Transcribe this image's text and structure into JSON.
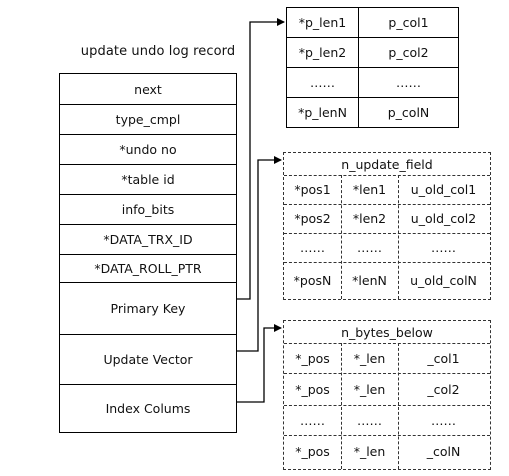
{
  "record": {
    "title": "update undo log record",
    "fields": [
      "next",
      "type_cmpl",
      "*undo no",
      "*table id",
      "info_bits",
      "*DATA_TRX_ID",
      "*DATA_ROLL_PTR",
      "Primary Key",
      "Update Vector",
      "Index Colums"
    ]
  },
  "pk_table": {
    "rows": [
      [
        "*p_len1",
        "p_col1"
      ],
      [
        "*p_len2",
        "p_col2"
      ],
      [
        "……",
        "……"
      ],
      [
        "*p_lenN",
        "p_colN"
      ]
    ]
  },
  "update_vector": {
    "header": "n_update_field",
    "rows": [
      [
        "*pos1",
        "*len1",
        "u_old_col1"
      ],
      [
        "*pos2",
        "*len2",
        "u_old_col2"
      ],
      [
        "……",
        "……",
        "……"
      ],
      [
        "*posN",
        "*lenN",
        "u_old_colN"
      ]
    ]
  },
  "index_columns": {
    "header": "n_bytes_below",
    "rows": [
      [
        "*_pos",
        "*_len",
        "_col1"
      ],
      [
        "*_pos",
        "*_len",
        "_col2"
      ],
      [
        "……",
        "……",
        "……"
      ],
      [
        "*_pos",
        "*_len",
        "_colN"
      ]
    ]
  }
}
